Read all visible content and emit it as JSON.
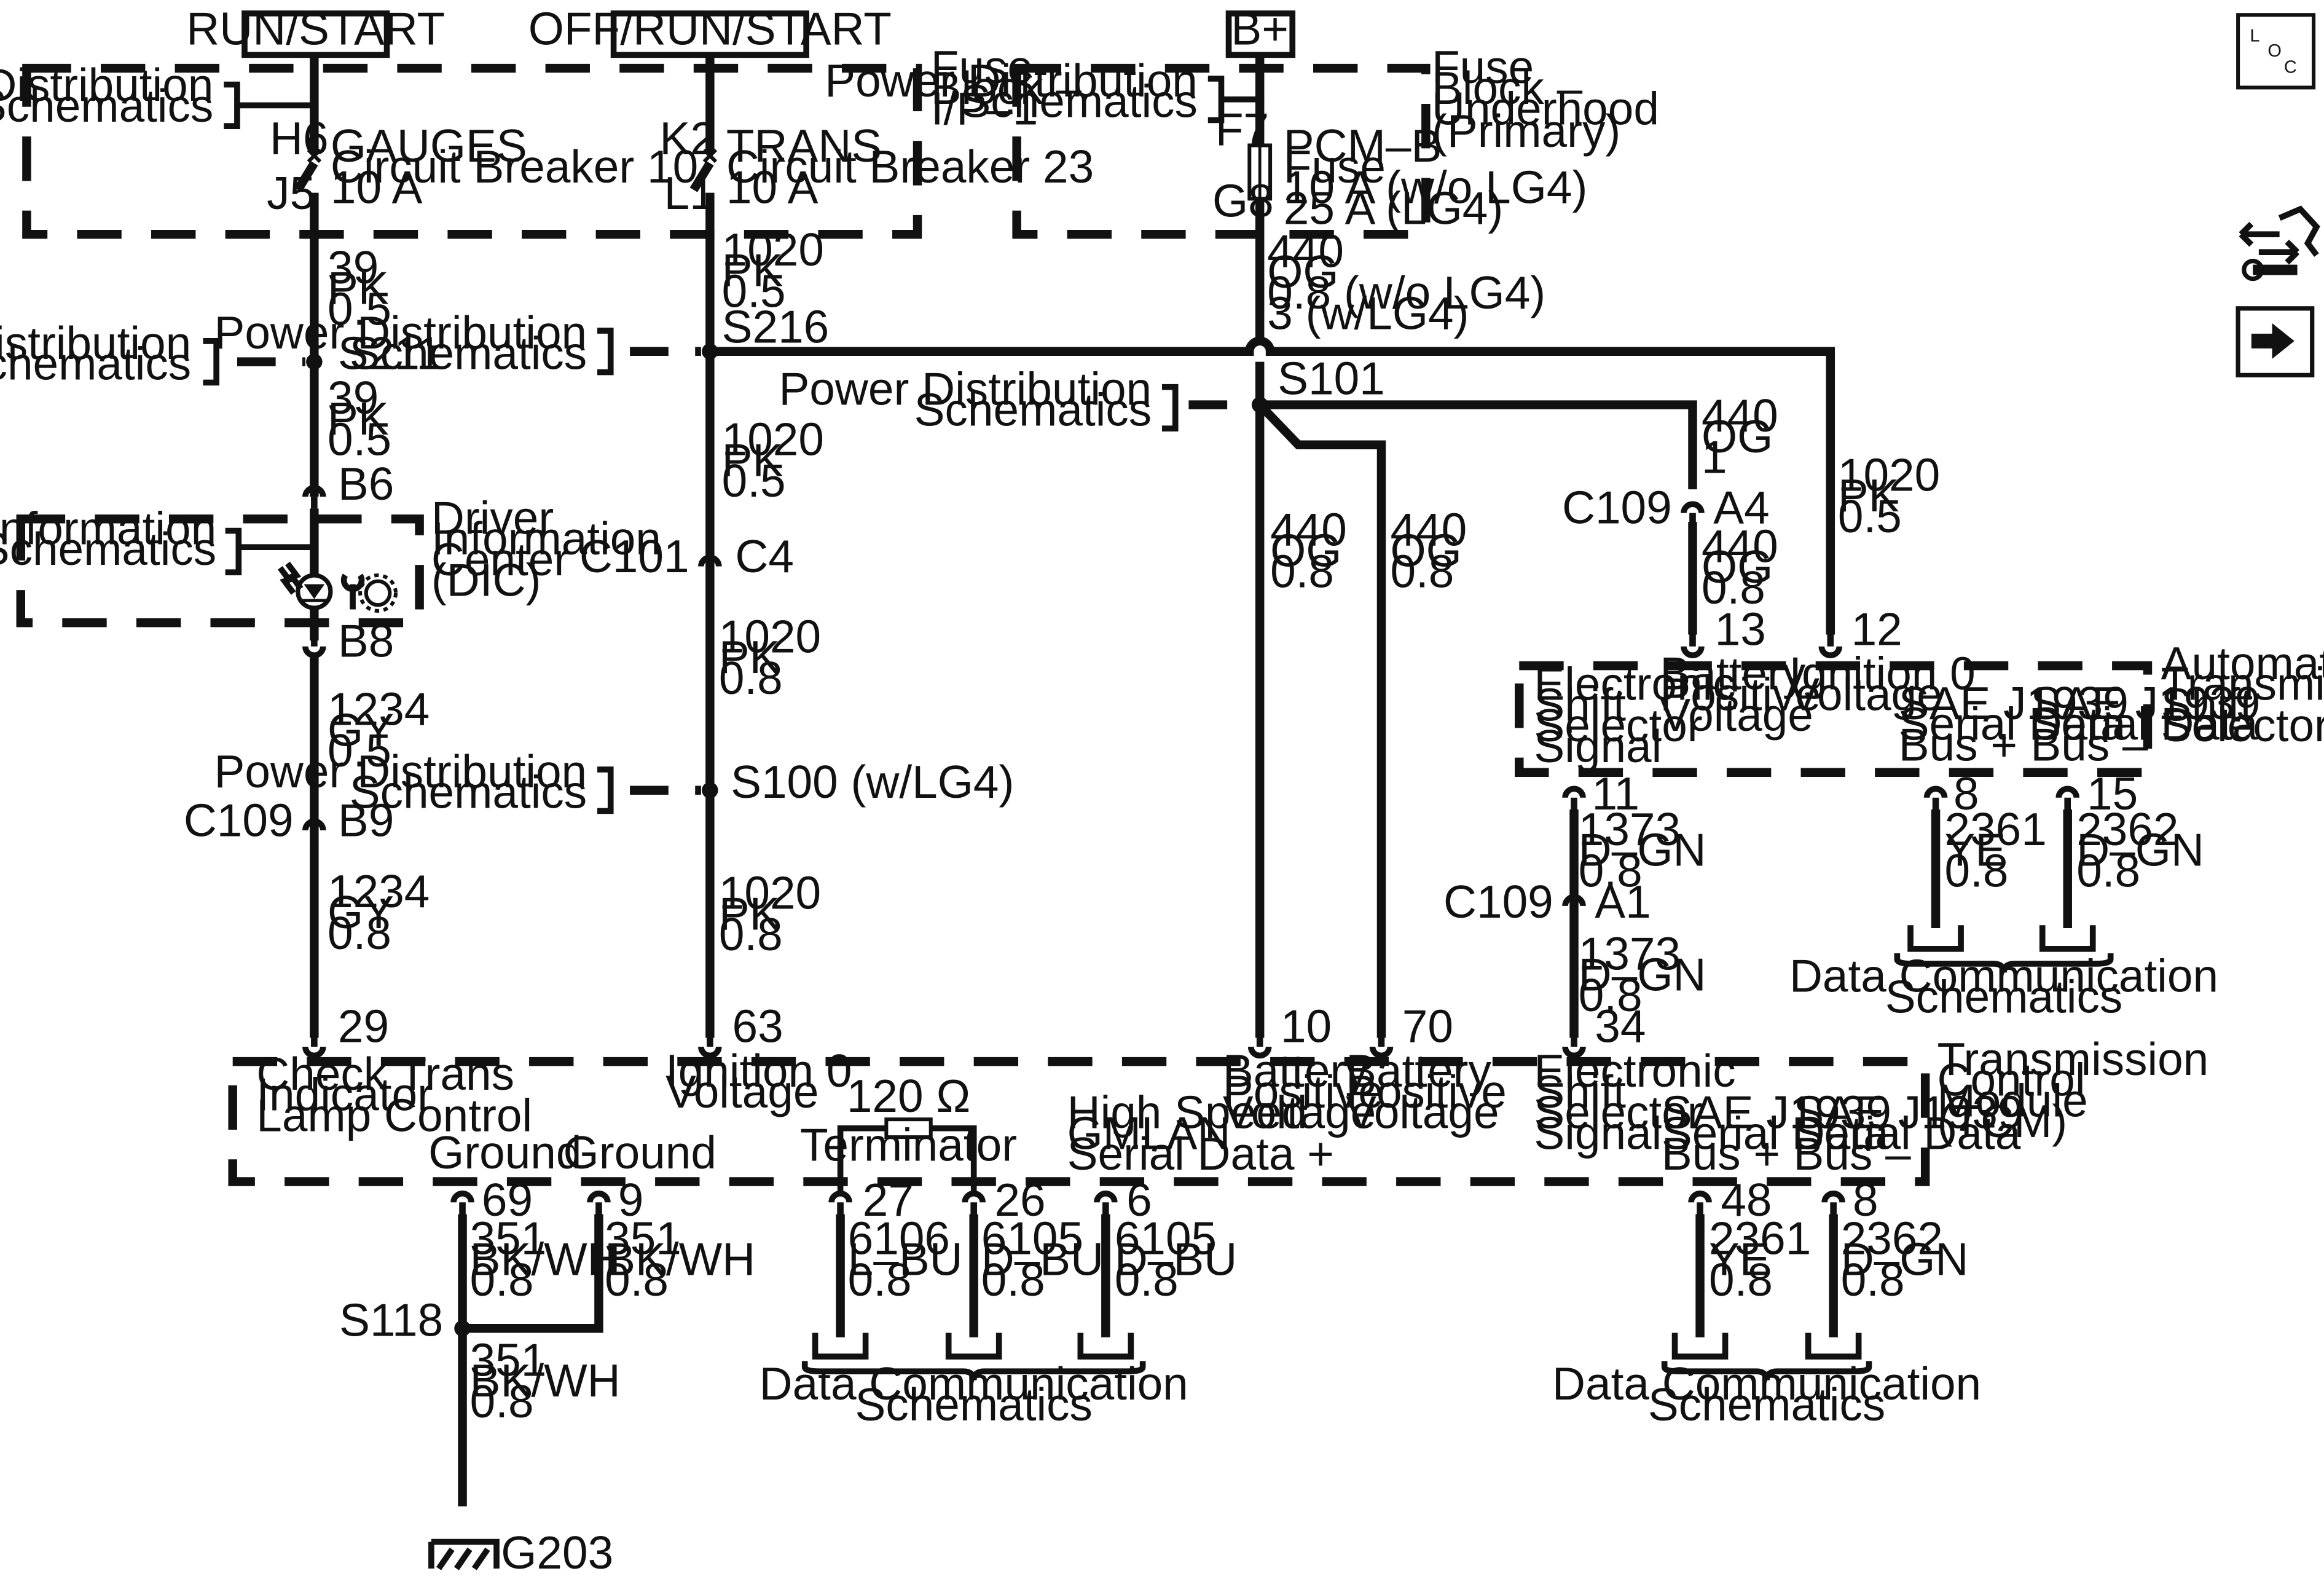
{
  "power_sources": {
    "run_start": "RUN/START",
    "off_run_start": "OFF/RUN/START",
    "b_plus": "B+"
  },
  "corner": {
    "loc": [
      "L",
      "O",
      "C"
    ]
  },
  "fuse_block_ip": [
    "Fuse",
    "Block –",
    "I/P–1"
  ],
  "fuse_block_uh": [
    "Fuse",
    "Block –",
    "Underhood",
    "(Primary)"
  ],
  "pds": [
    "Power Distribution",
    "Schematics"
  ],
  "dis": [
    "Driver Information",
    "System Schematics"
  ],
  "dcs": [
    "Data Communication",
    "Schematics"
  ],
  "gauges_cb": {
    "pin_in": "H6",
    "pin_out": "J5",
    "lines": [
      "GAUGES",
      "Circuit Breaker 10",
      "10 A"
    ]
  },
  "trans_cb": {
    "pin_in": "K2",
    "pin_out": "L1",
    "lines": [
      "TRANS",
      "Circuit Breaker 23",
      "10 A"
    ]
  },
  "pcm_fuse": {
    "pin_in": "F7",
    "pin_out": "G8",
    "lines": [
      "PCM–B",
      "Fuse",
      "10 A (w/o LG4)",
      "25 A (LG4)"
    ]
  },
  "splices": {
    "s211": "S211",
    "s216": "S216",
    "s101": "S101",
    "s100": "S100 (w/LG4)",
    "s118": "S118"
  },
  "dic": {
    "lines": [
      "Driver",
      "Information",
      "Center",
      "(DIC)"
    ],
    "pin_b6": "B6",
    "pin_b8": "B8"
  },
  "c101": {
    "conn": "C101",
    "pin": "C4"
  },
  "c109": {
    "conn": "C109",
    "pin_b9": "B9",
    "pin_a4": "A4",
    "pin_a1": "A1"
  },
  "wires": {
    "w39a": [
      "39",
      "PK",
      "0.5"
    ],
    "w39b": [
      "39",
      "PK",
      "0.5"
    ],
    "w1234a": [
      "1234",
      "GY",
      "0.5"
    ],
    "w1234b": [
      "1234",
      "GY",
      "0.8"
    ],
    "w1020a": [
      "1020",
      "PK",
      "0.5"
    ],
    "w1020b": [
      "1020",
      "PK",
      "0.5"
    ],
    "w1020c": [
      "1020",
      "PK",
      "0.8"
    ],
    "w1020d": [
      "1020",
      "PK",
      "0.8"
    ],
    "w1020e": [
      "1020",
      "PK",
      "0.5"
    ],
    "w440top": [
      "440",
      "OG",
      "0.8 (w/o LG4)",
      "3 (w/LG4)"
    ],
    "w440a": [
      "440",
      "OG",
      "0.8"
    ],
    "w440b": [
      "440",
      "OG",
      "0.8"
    ],
    "w440c": [
      "440",
      "OG",
      "1"
    ],
    "w440d": [
      "440",
      "OG",
      "0.8"
    ],
    "w1373a": [
      "1373",
      "D–GN",
      "0.8"
    ],
    "w1373b": [
      "1373",
      "D–GN",
      "0.8"
    ],
    "w2361a": [
      "2361",
      "YE",
      "0.8"
    ],
    "w2362a": [
      "2362",
      "D–GN",
      "0.8"
    ],
    "w351a": [
      "351",
      "BK/WH",
      "0.8"
    ],
    "w351b": [
      "351",
      "BK/WH",
      "0.8"
    ],
    "w351c": [
      "351",
      "BK/WH",
      "0.8"
    ],
    "w6106": [
      "6106",
      "L–BU",
      "0.8"
    ],
    "w6105a": [
      "6105",
      "D–BU",
      "0.8"
    ],
    "w6105b": [
      "6105",
      "D–BU",
      "0.8"
    ],
    "w2361b": [
      "2361",
      "YE",
      "0.8"
    ],
    "w2362b": [
      "2362",
      "D–GN",
      "0.8"
    ]
  },
  "selector": {
    "title": [
      "Automatic",
      "Transmission",
      "Shift",
      "Selector"
    ],
    "pin13": "13",
    "pin12": "12",
    "pin11": "11",
    "pin8": "8",
    "pin15": "15",
    "ess": [
      "Electronic",
      "Shift",
      "Selector",
      "Signal"
    ],
    "bpv": [
      "Battery",
      "Positive",
      "Voltage"
    ],
    "ign": [
      "Ignition 0",
      "Voltage"
    ],
    "sae_plus": [
      "SAE J1939",
      "Serial Data",
      "Bus +"
    ],
    "sae_minus": [
      "SAE J1939",
      "Serial Data",
      "Bus –"
    ]
  },
  "tcm": {
    "title": [
      "Transmission",
      "Control",
      "Module",
      "(TCM)"
    ],
    "pin29": "29",
    "pin63": "63",
    "pin10": "10",
    "pin70": "70",
    "pin34": "34",
    "check": [
      "Check Trans",
      "Indicator",
      "Lamp Control"
    ],
    "ign": [
      "Ignition 0",
      "Voltage"
    ],
    "bpv1": [
      "Battery",
      "Positive",
      "Voltage"
    ],
    "bpv2": [
      "Battery",
      "Positive",
      "Voltage"
    ],
    "ess": [
      "Electronic",
      "Shift",
      "Selector",
      "Signal"
    ],
    "ground1": "Ground",
    "ground2": "Ground",
    "pin69": "69",
    "pin9": "9",
    "terminator": "Terminator",
    "ohm": "120 Ω",
    "gmlan": [
      "High Speed",
      "GMLAN",
      "Serial Data +"
    ],
    "pin27": "27",
    "pin26": "26",
    "pin6": "6",
    "sae_plus": [
      "SAE J1939",
      "Serial Data",
      "Bus +"
    ],
    "sae_minus": [
      "SAE J1939",
      "Serial Data",
      "Bus –"
    ],
    "pin48": "48",
    "pin8": "8"
  },
  "ground": {
    "label": "G203"
  }
}
